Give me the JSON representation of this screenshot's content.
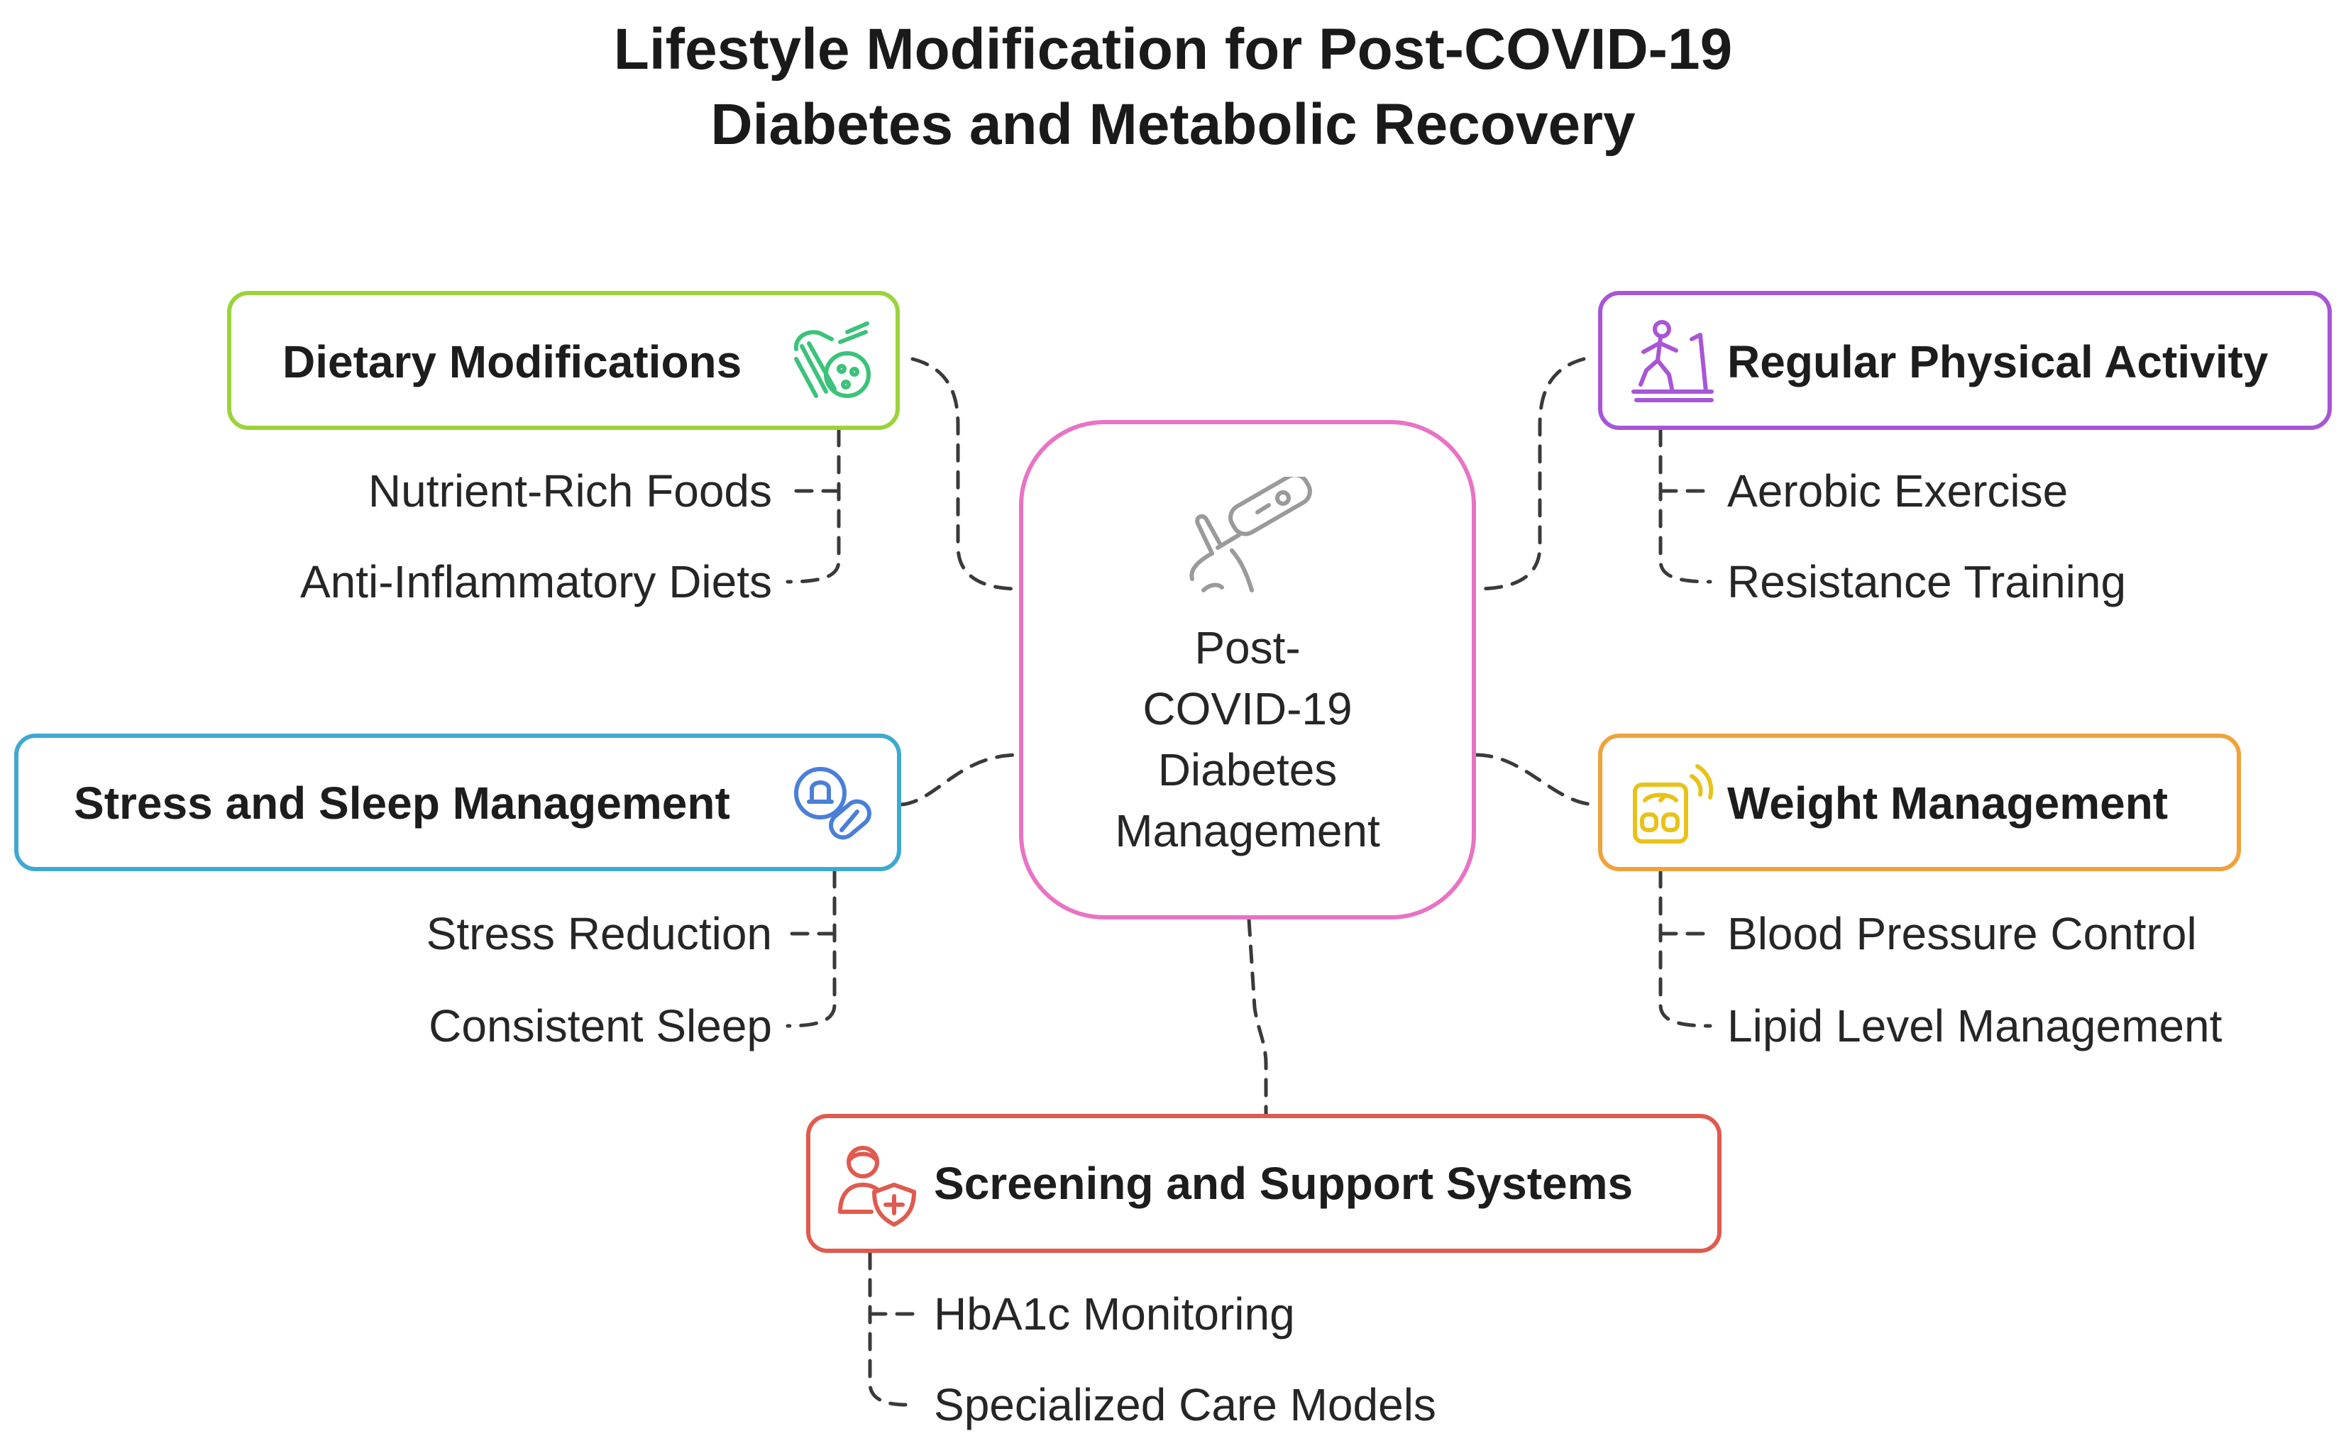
{
  "title": {
    "line1": "Lifestyle Modification for Post-COVID-19",
    "line2": "Diabetes and Metabolic Recovery"
  },
  "center": {
    "lines": [
      "Post-",
      "COVID-19",
      "Diabetes",
      "Management"
    ],
    "icon": "glucose-meter-icon",
    "color": "#e873c5"
  },
  "branches": {
    "dietary": {
      "label": "Dietary Modifications",
      "icon": "food-icon",
      "color": "#9bd33a",
      "items": [
        "Nutrient-Rich Foods",
        "Anti-Inflammatory Diets"
      ]
    },
    "stress": {
      "label": "Stress and Sleep Management",
      "icon": "pills-icon",
      "color": "#3fa9cf",
      "items": [
        "Stress Reduction",
        "Consistent Sleep"
      ]
    },
    "physical": {
      "label": "Regular Physical Activity",
      "icon": "treadmill-icon",
      "color": "#a855d6",
      "items": [
        "Aerobic Exercise",
        "Resistance Training"
      ]
    },
    "weight": {
      "label": "Weight Management",
      "icon": "scale-icon",
      "color": "#f0a23b",
      "items": [
        "Blood Pressure Control",
        "Lipid Level Management"
      ]
    },
    "screening": {
      "label": "Screening and Support Systems",
      "icon": "doctor-shield-icon",
      "color": "#e05a4f",
      "items": [
        "HbA1c Monitoring",
        "Specialized Care Models"
      ]
    }
  }
}
